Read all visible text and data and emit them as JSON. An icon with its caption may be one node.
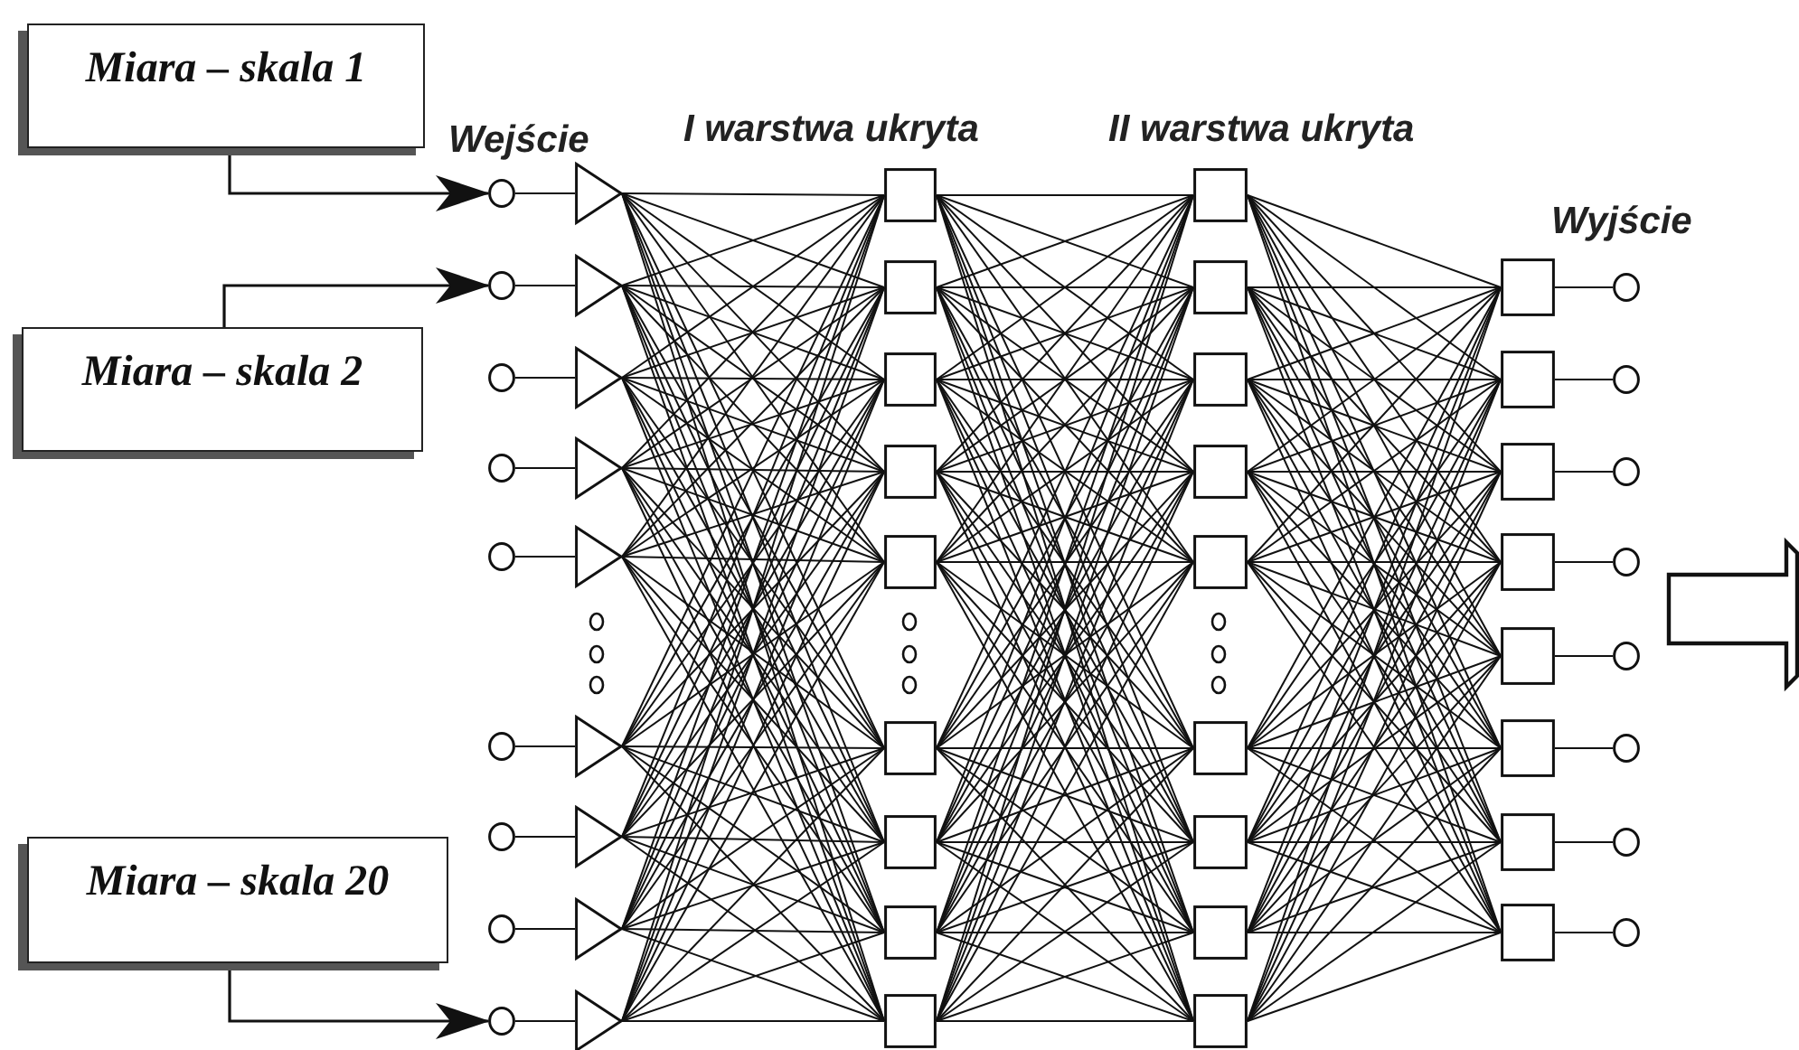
{
  "diagram": {
    "nodes": [
      {
        "text": [
          "Miara – skala 1"
        ]
      },
      {
        "text": [
          "Miara – skala 2"
        ]
      },
      {
        "text": [
          "Miara – skala 20"
        ]
      },
      {
        "text": [],
        "shape": "circle"
      },
      {
        "text": [],
        "shape": "circle"
      },
      {
        "text": [],
        "shape": "circle"
      },
      {
        "text": [],
        "shape": "circle"
      },
      {
        "text": [],
        "shape": "circle"
      },
      {
        "text": [],
        "shape": "circle"
      },
      {
        "text": [],
        "shape": "circle"
      },
      {
        "text": [],
        "shape": "circle"
      },
      {
        "text": [],
        "shape": "circle"
      },
      {
        "text": [],
        "shape": "triangle"
      },
      {
        "text": [],
        "shape": "triangle"
      },
      {
        "text": [],
        "shape": "triangle"
      },
      {
        "text": [],
        "shape": "triangle"
      },
      {
        "text": [],
        "shape": "triangle"
      },
      {
        "text": [],
        "shape": "triangle"
      },
      {
        "text": [],
        "shape": "triangle"
      },
      {
        "text": [],
        "shape": "triangle"
      },
      {
        "text": [],
        "shape": "triangle"
      },
      {
        "text": [],
        "shape": "box"
      },
      {
        "text": [],
        "shape": "box"
      },
      {
        "text": [],
        "shape": "box"
      },
      {
        "text": [],
        "shape": "box"
      },
      {
        "text": [],
        "shape": "box"
      },
      {
        "text": [],
        "shape": "box"
      },
      {
        "text": [],
        "shape": "box"
      },
      {
        "text": [],
        "shape": "box"
      },
      {
        "text": [],
        "shape": "box"
      },
      {
        "text": [],
        "shape": "box"
      },
      {
        "text": [],
        "shape": "box"
      },
      {
        "text": [],
        "shape": "box"
      },
      {
        "text": [],
        "shape": "box"
      },
      {
        "text": [],
        "shape": "box"
      },
      {
        "text": [],
        "shape": "box"
      },
      {
        "text": [],
        "shape": "box"
      },
      {
        "text": [],
        "shape": "box"
      },
      {
        "text": [],
        "shape": "box"
      },
      {
        "text": [],
        "shape": "box"
      },
      {
        "text": [],
        "shape": "box"
      },
      {
        "text": [],
        "shape": "box"
      },
      {
        "text": [],
        "shape": "box"
      },
      {
        "text": [],
        "shape": "box"
      },
      {
        "text": [],
        "shape": "box"
      },
      {
        "text": [],
        "shape": "box"
      },
      {
        "text": [],
        "shape": "box"
      },
      {
        "text": [],
        "shape": "circle"
      },
      {
        "text": [],
        "shape": "circle"
      },
      {
        "text": [],
        "shape": "circle"
      },
      {
        "text": [],
        "shape": "circle"
      },
      {
        "text": [],
        "shape": "circle"
      },
      {
        "text": [],
        "shape": "circle"
      },
      {
        "text": [],
        "shape": "circle"
      },
      {
        "text": [],
        "shape": "circle"
      }
    ],
    "edges": [
      {
        "from": 0,
        "to": 3,
        "arrow": "to"
      },
      {
        "from": 1,
        "to": 4,
        "arrow": "to"
      },
      {
        "from": 2,
        "to": 11,
        "arrow": "to"
      },
      {
        "from": 3,
        "to": 12,
        "arrow": "none"
      },
      {
        "from": 4,
        "to": 13,
        "arrow": "none"
      },
      {
        "from": 5,
        "to": 14,
        "arrow": "none"
      },
      {
        "from": 6,
        "to": 15,
        "arrow": "none"
      },
      {
        "from": 7,
        "to": 16,
        "arrow": "none"
      },
      {
        "from": 8,
        "to": 17,
        "arrow": "none"
      },
      {
        "from": 9,
        "to": 18,
        "arrow": "none"
      },
      {
        "from": 10,
        "to": 19,
        "arrow": "none"
      },
      {
        "from": 11,
        "to": 20,
        "arrow": "none"
      },
      {
        "from": 12,
        "to": 21,
        "arrow": "none"
      },
      {
        "from": 12,
        "to": 22,
        "arrow": "none"
      },
      {
        "from": 12,
        "to": 23,
        "arrow": "none"
      },
      {
        "from": 12,
        "to": 24,
        "arrow": "none"
      },
      {
        "from": 12,
        "to": 25,
        "arrow": "none"
      },
      {
        "from": 12,
        "to": 26,
        "arrow": "none"
      },
      {
        "from": 12,
        "to": 27,
        "arrow": "none"
      },
      {
        "from": 12,
        "to": 28,
        "arrow": "none"
      },
      {
        "from": 12,
        "to": 29,
        "arrow": "none"
      },
      {
        "from": 13,
        "to": 21,
        "arrow": "none"
      },
      {
        "from": 13,
        "to": 22,
        "arrow": "none"
      },
      {
        "from": 13,
        "to": 23,
        "arrow": "none"
      },
      {
        "from": 13,
        "to": 24,
        "arrow": "none"
      },
      {
        "from": 13,
        "to": 25,
        "arrow": "none"
      },
      {
        "from": 13,
        "to": 26,
        "arrow": "none"
      },
      {
        "from": 13,
        "to": 27,
        "arrow": "none"
      },
      {
        "from": 13,
        "to": 28,
        "arrow": "none"
      },
      {
        "from": 13,
        "to": 29,
        "arrow": "none"
      },
      {
        "from": 14,
        "to": 21,
        "arrow": "none"
      },
      {
        "from": 14,
        "to": 22,
        "arrow": "none"
      },
      {
        "from": 14,
        "to": 23,
        "arrow": "none"
      },
      {
        "from": 14,
        "to": 24,
        "arrow": "none"
      },
      {
        "from": 14,
        "to": 25,
        "arrow": "none"
      },
      {
        "from": 14,
        "to": 26,
        "arrow": "none"
      },
      {
        "from": 14,
        "to": 27,
        "arrow": "none"
      },
      {
        "from": 14,
        "to": 28,
        "arrow": "none"
      },
      {
        "from": 14,
        "to": 29,
        "arrow": "none"
      },
      {
        "from": 15,
        "to": 21,
        "arrow": "none"
      },
      {
        "from": 15,
        "to": 22,
        "arrow": "none"
      },
      {
        "from": 15,
        "to": 23,
        "arrow": "none"
      },
      {
        "from": 15,
        "to": 24,
        "arrow": "none"
      },
      {
        "from": 15,
        "to": 25,
        "arrow": "none"
      },
      {
        "from": 15,
        "to": 26,
        "arrow": "none"
      },
      {
        "from": 15,
        "to": 27,
        "arrow": "none"
      },
      {
        "from": 15,
        "to": 28,
        "arrow": "none"
      },
      {
        "from": 15,
        "to": 29,
        "arrow": "none"
      },
      {
        "from": 16,
        "to": 21,
        "arrow": "none"
      },
      {
        "from": 16,
        "to": 22,
        "arrow": "none"
      },
      {
        "from": 16,
        "to": 23,
        "arrow": "none"
      },
      {
        "from": 16,
        "to": 24,
        "arrow": "none"
      },
      {
        "from": 16,
        "to": 25,
        "arrow": "none"
      },
      {
        "from": 16,
        "to": 26,
        "arrow": "none"
      },
      {
        "from": 16,
        "to": 27,
        "arrow": "none"
      },
      {
        "from": 16,
        "to": 28,
        "arrow": "none"
      },
      {
        "from": 16,
        "to": 29,
        "arrow": "none"
      },
      {
        "from": 17,
        "to": 21,
        "arrow": "none"
      },
      {
        "from": 17,
        "to": 22,
        "arrow": "none"
      },
      {
        "from": 17,
        "to": 23,
        "arrow": "none"
      },
      {
        "from": 17,
        "to": 24,
        "arrow": "none"
      },
      {
        "from": 17,
        "to": 25,
        "arrow": "none"
      },
      {
        "from": 17,
        "to": 26,
        "arrow": "none"
      },
      {
        "from": 17,
        "to": 27,
        "arrow": "none"
      },
      {
        "from": 17,
        "to": 28,
        "arrow": "none"
      },
      {
        "from": 17,
        "to": 29,
        "arrow": "none"
      },
      {
        "from": 18,
        "to": 21,
        "arrow": "none"
      },
      {
        "from": 18,
        "to": 22,
        "arrow": "none"
      },
      {
        "from": 18,
        "to": 23,
        "arrow": "none"
      },
      {
        "from": 18,
        "to": 24,
        "arrow": "none"
      },
      {
        "from": 18,
        "to": 25,
        "arrow": "none"
      },
      {
        "from": 18,
        "to": 26,
        "arrow": "none"
      },
      {
        "from": 18,
        "to": 27,
        "arrow": "none"
      },
      {
        "from": 18,
        "to": 28,
        "arrow": "none"
      },
      {
        "from": 18,
        "to": 29,
        "arrow": "none"
      },
      {
        "from": 19,
        "to": 21,
        "arrow": "none"
      },
      {
        "from": 19,
        "to": 22,
        "arrow": "none"
      },
      {
        "from": 19,
        "to": 23,
        "arrow": "none"
      },
      {
        "from": 19,
        "to": 24,
        "arrow": "none"
      },
      {
        "from": 19,
        "to": 25,
        "arrow": "none"
      },
      {
        "from": 19,
        "to": 26,
        "arrow": "none"
      },
      {
        "from": 19,
        "to": 27,
        "arrow": "none"
      },
      {
        "from": 19,
        "to": 28,
        "arrow": "none"
      },
      {
        "from": 19,
        "to": 29,
        "arrow": "none"
      },
      {
        "from": 20,
        "to": 21,
        "arrow": "none"
      },
      {
        "from": 20,
        "to": 22,
        "arrow": "none"
      },
      {
        "from": 20,
        "to": 23,
        "arrow": "none"
      },
      {
        "from": 20,
        "to": 24,
        "arrow": "none"
      },
      {
        "from": 20,
        "to": 25,
        "arrow": "none"
      },
      {
        "from": 20,
        "to": 26,
        "arrow": "none"
      },
      {
        "from": 20,
        "to": 27,
        "arrow": "none"
      },
      {
        "from": 20,
        "to": 28,
        "arrow": "none"
      },
      {
        "from": 20,
        "to": 29,
        "arrow": "none"
      },
      {
        "from": 21,
        "to": 30,
        "arrow": "none"
      },
      {
        "from": 21,
        "to": 31,
        "arrow": "none"
      },
      {
        "from": 21,
        "to": 32,
        "arrow": "none"
      },
      {
        "from": 21,
        "to": 33,
        "arrow": "none"
      },
      {
        "from": 21,
        "to": 34,
        "arrow": "none"
      },
      {
        "from": 21,
        "to": 35,
        "arrow": "none"
      },
      {
        "from": 21,
        "to": 36,
        "arrow": "none"
      },
      {
        "from": 21,
        "to": 37,
        "arrow": "none"
      },
      {
        "from": 21,
        "to": 38,
        "arrow": "none"
      },
      {
        "from": 22,
        "to": 30,
        "arrow": "none"
      },
      {
        "from": 22,
        "to": 31,
        "arrow": "none"
      },
      {
        "from": 22,
        "to": 32,
        "arrow": "none"
      },
      {
        "from": 22,
        "to": 33,
        "arrow": "none"
      },
      {
        "from": 22,
        "to": 34,
        "arrow": "none"
      },
      {
        "from": 22,
        "to": 35,
        "arrow": "none"
      },
      {
        "from": 22,
        "to": 36,
        "arrow": "none"
      },
      {
        "from": 22,
        "to": 37,
        "arrow": "none"
      },
      {
        "from": 22,
        "to": 38,
        "arrow": "none"
      },
      {
        "from": 23,
        "to": 30,
        "arrow": "none"
      },
      {
        "from": 23,
        "to": 31,
        "arrow": "none"
      },
      {
        "from": 23,
        "to": 32,
        "arrow": "none"
      },
      {
        "from": 23,
        "to": 33,
        "arrow": "none"
      },
      {
        "from": 23,
        "to": 34,
        "arrow": "none"
      },
      {
        "from": 23,
        "to": 35,
        "arrow": "none"
      },
      {
        "from": 23,
        "to": 36,
        "arrow": "none"
      },
      {
        "from": 23,
        "to": 37,
        "arrow": "none"
      },
      {
        "from": 23,
        "to": 38,
        "arrow": "none"
      },
      {
        "from": 24,
        "to": 30,
        "arrow": "none"
      },
      {
        "from": 24,
        "to": 31,
        "arrow": "none"
      },
      {
        "from": 24,
        "to": 32,
        "arrow": "none"
      },
      {
        "from": 24,
        "to": 33,
        "arrow": "none"
      },
      {
        "from": 24,
        "to": 34,
        "arrow": "none"
      },
      {
        "from": 24,
        "to": 35,
        "arrow": "none"
      },
      {
        "from": 24,
        "to": 36,
        "arrow": "none"
      },
      {
        "from": 24,
        "to": 37,
        "arrow": "none"
      },
      {
        "from": 24,
        "to": 38,
        "arrow": "none"
      },
      {
        "from": 25,
        "to": 30,
        "arrow": "none"
      },
      {
        "from": 25,
        "to": 31,
        "arrow": "none"
      },
      {
        "from": 25,
        "to": 32,
        "arrow": "none"
      },
      {
        "from": 25,
        "to": 33,
        "arrow": "none"
      },
      {
        "from": 25,
        "to": 34,
        "arrow": "none"
      },
      {
        "from": 25,
        "to": 35,
        "arrow": "none"
      },
      {
        "from": 25,
        "to": 36,
        "arrow": "none"
      },
      {
        "from": 25,
        "to": 37,
        "arrow": "none"
      },
      {
        "from": 25,
        "to": 38,
        "arrow": "none"
      },
      {
        "from": 26,
        "to": 30,
        "arrow": "none"
      },
      {
        "from": 26,
        "to": 31,
        "arrow": "none"
      },
      {
        "from": 26,
        "to": 32,
        "arrow": "none"
      },
      {
        "from": 26,
        "to": 33,
        "arrow": "none"
      },
      {
        "from": 26,
        "to": 34,
        "arrow": "none"
      },
      {
        "from": 26,
        "to": 35,
        "arrow": "none"
      },
      {
        "from": 26,
        "to": 36,
        "arrow": "none"
      },
      {
        "from": 26,
        "to": 37,
        "arrow": "none"
      },
      {
        "from": 26,
        "to": 38,
        "arrow": "none"
      },
      {
        "from": 27,
        "to": 30,
        "arrow": "none"
      },
      {
        "from": 27,
        "to": 31,
        "arrow": "none"
      },
      {
        "from": 27,
        "to": 32,
        "arrow": "none"
      },
      {
        "from": 27,
        "to": 33,
        "arrow": "none"
      },
      {
        "from": 27,
        "to": 34,
        "arrow": "none"
      },
      {
        "from": 27,
        "to": 35,
        "arrow": "none"
      },
      {
        "from": 27,
        "to": 36,
        "arrow": "none"
      },
      {
        "from": 27,
        "to": 37,
        "arrow": "none"
      },
      {
        "from": 27,
        "to": 38,
        "arrow": "none"
      },
      {
        "from": 28,
        "to": 30,
        "arrow": "none"
      },
      {
        "from": 28,
        "to": 31,
        "arrow": "none"
      },
      {
        "from": 28,
        "to": 32,
        "arrow": "none"
      },
      {
        "from": 28,
        "to": 33,
        "arrow": "none"
      },
      {
        "from": 28,
        "to": 34,
        "arrow": "none"
      },
      {
        "from": 28,
        "to": 35,
        "arrow": "none"
      },
      {
        "from": 28,
        "to": 36,
        "arrow": "none"
      },
      {
        "from": 28,
        "to": 37,
        "arrow": "none"
      },
      {
        "from": 28,
        "to": 38,
        "arrow": "none"
      },
      {
        "from": 29,
        "to": 30,
        "arrow": "none"
      },
      {
        "from": 29,
        "to": 31,
        "arrow": "none"
      },
      {
        "from": 29,
        "to": 32,
        "arrow": "none"
      },
      {
        "from": 29,
        "to": 33,
        "arrow": "none"
      },
      {
        "from": 29,
        "to": 34,
        "arrow": "none"
      },
      {
        "from": 29,
        "to": 35,
        "arrow": "none"
      },
      {
        "from": 29,
        "to": 36,
        "arrow": "none"
      },
      {
        "from": 29,
        "to": 37,
        "arrow": "none"
      },
      {
        "from": 29,
        "to": 38,
        "arrow": "none"
      },
      {
        "from": 30,
        "to": 39,
        "arrow": "none"
      },
      {
        "from": 30,
        "to": 40,
        "arrow": "none"
      },
      {
        "from": 30,
        "to": 41,
        "arrow": "none"
      },
      {
        "from": 30,
        "to": 42,
        "arrow": "none"
      },
      {
        "from": 30,
        "to": 43,
        "arrow": "none"
      },
      {
        "from": 30,
        "to": 44,
        "arrow": "none"
      },
      {
        "from": 30,
        "to": 45,
        "arrow": "none"
      },
      {
        "from": 30,
        "to": 46,
        "arrow": "none"
      },
      {
        "from": 31,
        "to": 39,
        "arrow": "none"
      },
      {
        "from": 31,
        "to": 40,
        "arrow": "none"
      },
      {
        "from": 31,
        "to": 41,
        "arrow": "none"
      },
      {
        "from": 31,
        "to": 42,
        "arrow": "none"
      },
      {
        "from": 31,
        "to": 43,
        "arrow": "none"
      },
      {
        "from": 31,
        "to": 44,
        "arrow": "none"
      },
      {
        "from": 31,
        "to": 45,
        "arrow": "none"
      },
      {
        "from": 31,
        "to": 46,
        "arrow": "none"
      },
      {
        "from": 32,
        "to": 39,
        "arrow": "none"
      },
      {
        "from": 32,
        "to": 40,
        "arrow": "none"
      },
      {
        "from": 32,
        "to": 41,
        "arrow": "none"
      },
      {
        "from": 32,
        "to": 42,
        "arrow": "none"
      },
      {
        "from": 32,
        "to": 43,
        "arrow": "none"
      },
      {
        "from": 32,
        "to": 44,
        "arrow": "none"
      },
      {
        "from": 32,
        "to": 45,
        "arrow": "none"
      },
      {
        "from": 32,
        "to": 46,
        "arrow": "none"
      },
      {
        "from": 33,
        "to": 39,
        "arrow": "none"
      },
      {
        "from": 33,
        "to": 40,
        "arrow": "none"
      },
      {
        "from": 33,
        "to": 41,
        "arrow": "none"
      },
      {
        "from": 33,
        "to": 42,
        "arrow": "none"
      },
      {
        "from": 33,
        "to": 43,
        "arrow": "none"
      },
      {
        "from": 33,
        "to": 44,
        "arrow": "none"
      },
      {
        "from": 33,
        "to": 45,
        "arrow": "none"
      },
      {
        "from": 33,
        "to": 46,
        "arrow": "none"
      },
      {
        "from": 34,
        "to": 39,
        "arrow": "none"
      },
      {
        "from": 34,
        "to": 40,
        "arrow": "none"
      },
      {
        "from": 34,
        "to": 41,
        "arrow": "none"
      },
      {
        "from": 34,
        "to": 42,
        "arrow": "none"
      },
      {
        "from": 34,
        "to": 43,
        "arrow": "none"
      },
      {
        "from": 34,
        "to": 44,
        "arrow": "none"
      },
      {
        "from": 34,
        "to": 45,
        "arrow": "none"
      },
      {
        "from": 34,
        "to": 46,
        "arrow": "none"
      },
      {
        "from": 35,
        "to": 39,
        "arrow": "none"
      },
      {
        "from": 35,
        "to": 40,
        "arrow": "none"
      },
      {
        "from": 35,
        "to": 41,
        "arrow": "none"
      },
      {
        "from": 35,
        "to": 42,
        "arrow": "none"
      },
      {
        "from": 35,
        "to": 43,
        "arrow": "none"
      },
      {
        "from": 35,
        "to": 44,
        "arrow": "none"
      },
      {
        "from": 35,
        "to": 45,
        "arrow": "none"
      },
      {
        "from": 35,
        "to": 46,
        "arrow": "none"
      },
      {
        "from": 36,
        "to": 39,
        "arrow": "none"
      },
      {
        "from": 36,
        "to": 40,
        "arrow": "none"
      },
      {
        "from": 36,
        "to": 41,
        "arrow": "none"
      },
      {
        "from": 36,
        "to": 42,
        "arrow": "none"
      },
      {
        "from": 36,
        "to": 43,
        "arrow": "none"
      },
      {
        "from": 36,
        "to": 44,
        "arrow": "none"
      },
      {
        "from": 36,
        "to": 45,
        "arrow": "none"
      },
      {
        "from": 36,
        "to": 46,
        "arrow": "none"
      },
      {
        "from": 37,
        "to": 39,
        "arrow": "none"
      },
      {
        "from": 37,
        "to": 40,
        "arrow": "none"
      },
      {
        "from": 37,
        "to": 41,
        "arrow": "none"
      },
      {
        "from": 37,
        "to": 42,
        "arrow": "none"
      },
      {
        "from": 37,
        "to": 43,
        "arrow": "none"
      },
      {
        "from": 37,
        "to": 44,
        "arrow": "none"
      },
      {
        "from": 37,
        "to": 45,
        "arrow": "none"
      },
      {
        "from": 37,
        "to": 46,
        "arrow": "none"
      },
      {
        "from": 38,
        "to": 39,
        "arrow": "none"
      },
      {
        "from": 38,
        "to": 40,
        "arrow": "none"
      },
      {
        "from": 38,
        "to": 41,
        "arrow": "none"
      },
      {
        "from": 38,
        "to": 42,
        "arrow": "none"
      },
      {
        "from": 38,
        "to": 43,
        "arrow": "none"
      },
      {
        "from": 38,
        "to": 44,
        "arrow": "none"
      },
      {
        "from": 38,
        "to": 45,
        "arrow": "none"
      },
      {
        "from": 38,
        "to": 46,
        "arrow": "none"
      },
      {
        "from": 39,
        "to": 47,
        "arrow": "none"
      },
      {
        "from": 40,
        "to": 48,
        "arrow": "none"
      },
      {
        "from": 41,
        "to": 49,
        "arrow": "none"
      },
      {
        "from": 42,
        "to": 50,
        "arrow": "none"
      },
      {
        "from": 43,
        "to": 51,
        "arrow": "none"
      },
      {
        "from": 44,
        "to": 52,
        "arrow": "none"
      },
      {
        "from": 45,
        "to": 53,
        "arrow": "none"
      },
      {
        "from": 46,
        "to": 54,
        "arrow": "none"
      }
    ],
    "labels": [
      "Wejście",
      "I warstwa ukryta",
      "II warstwa ukryta",
      "Wyjście"
    ]
  }
}
